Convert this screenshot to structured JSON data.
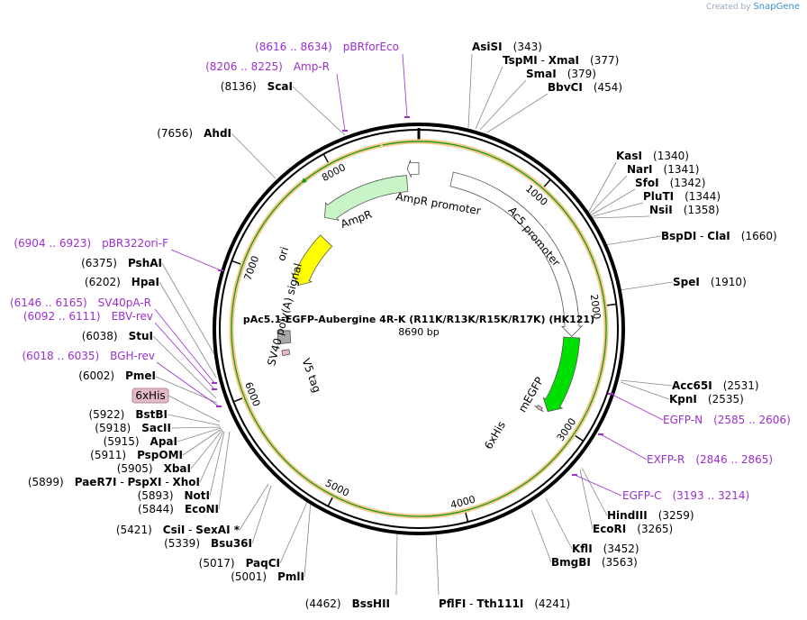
{
  "credit": {
    "prefix": "Created by",
    "brand": "SnapGene"
  },
  "plasmid": {
    "name": "pAc5.1-EGFP-Aubergine 4R-K (R11K/R13K/R15K/R17K) (HK121)",
    "length": "8690 bp",
    "length_bp": 8690
  },
  "ticks": [
    {
      "pos": 1000,
      "label": "1000"
    },
    {
      "pos": 2000,
      "label": "2000"
    },
    {
      "pos": 3000,
      "label": "3000"
    },
    {
      "pos": 4000,
      "label": "4000"
    },
    {
      "pos": 5000,
      "label": "5000"
    },
    {
      "pos": 6000,
      "label": "6000"
    },
    {
      "pos": 7000,
      "label": "7000"
    },
    {
      "pos": 8000,
      "label": "8000"
    }
  ],
  "features": [
    {
      "name": "AmpR promoter",
      "start": 8690,
      "end": 8590,
      "color": "#ffffff",
      "label": "AmpR promoter"
    },
    {
      "name": "Ac5 promoter",
      "start": 300,
      "end": 2240,
      "color": "#ffffff",
      "label": "Ac5 promoter"
    },
    {
      "name": "mEGFP",
      "start": 2250,
      "end": 2960,
      "color": "#00e000",
      "label": "mEGFP"
    },
    {
      "name": "6xHis",
      "start": 2960,
      "end": 2990,
      "color": "#e8b8c8",
      "label": "6xHis"
    },
    {
      "name": "AmpR",
      "start": 8580,
      "end": 7720,
      "color": "#c8f5c8",
      "label": "AmpR"
    },
    {
      "name": "ori",
      "start": 7570,
      "end": 7000,
      "color": "#ffff00",
      "label": "ori"
    },
    {
      "name": "SV40 poly(A) signal",
      "start": 6500,
      "end": 6370,
      "color": "#a8a8a8",
      "label": "SV40 poly(A) signal"
    },
    {
      "name": "V5 tag",
      "start": 6300,
      "end": 6250,
      "color": "#e8b8c8",
      "label": "V5 tag"
    }
  ],
  "orfs": [
    {
      "start": 550,
      "end": 1700,
      "dir": 1
    },
    {
      "start": 2420,
      "end": 2750,
      "dir": 1
    },
    {
      "start": 2960,
      "end": 5800,
      "dir": -1
    },
    {
      "start": 5860,
      "end": 6010,
      "dir": 1
    },
    {
      "start": 6420,
      "end": 7020,
      "dir": 1
    },
    {
      "start": 7750,
      "end": 8420,
      "dir": -1
    }
  ],
  "sites": [
    {
      "name": "AsiSI",
      "pos": "(343)"
    },
    {
      "name": "TspMI",
      "name2": "XmaI",
      "pos": "(377)"
    },
    {
      "name": "SmaI",
      "pos": "(379)"
    },
    {
      "name": "BbvCI",
      "pos": "(454)"
    },
    {
      "name": "KasI",
      "pos": "(1340)"
    },
    {
      "name": "NarI",
      "pos": "(1341)"
    },
    {
      "name": "SfoI",
      "pos": "(1342)"
    },
    {
      "name": "PluTI",
      "pos": "(1344)"
    },
    {
      "name": "NsiI",
      "pos": "(1358)"
    },
    {
      "name": "BspDI",
      "name2": "ClaI",
      "pos": "(1660)"
    },
    {
      "name": "SpeI",
      "pos": "(1910)"
    },
    {
      "name": "Acc65I",
      "pos": "(2531)"
    },
    {
      "name": "KpnI",
      "pos": "(2535)"
    },
    {
      "name": "HindIII",
      "pos": "(3259)"
    },
    {
      "name": "EcoRI",
      "pos": "(3265)"
    },
    {
      "name": "KflI",
      "pos": "(3452)"
    },
    {
      "name": "BmgBI",
      "pos": "(3563)"
    },
    {
      "name": "PflFI",
      "name2": "Tth111I",
      "pos": "(4241)"
    },
    {
      "name": "BssHII",
      "pos": "(4462)"
    },
    {
      "name": "PmlI",
      "pos": "(5001)"
    },
    {
      "name": "PaqCI",
      "pos": "(5017)"
    },
    {
      "name": "Bsu36I",
      "pos": "(5339)"
    },
    {
      "name": "CsiI",
      "name2": "SexAI *",
      "pos": "(5421)"
    },
    {
      "name": "EcoNI",
      "pos": "(5844)"
    },
    {
      "name": "NotI",
      "pos": "(5893)"
    },
    {
      "name": "PaeR7I",
      "name2": "PspXI",
      "name3": "XhoI",
      "pos": "(5899)"
    },
    {
      "name": "XbaI",
      "pos": "(5905)"
    },
    {
      "name": "PspOMI",
      "pos": "(5911)"
    },
    {
      "name": "ApaI",
      "pos": "(5915)"
    },
    {
      "name": "SacII",
      "pos": "(5918)"
    },
    {
      "name": "BstBI",
      "pos": "(5922)"
    },
    {
      "name": "PmeI",
      "pos": "(6002)"
    },
    {
      "name": "StuI",
      "pos": "(6038)"
    },
    {
      "name": "HpaI",
      "pos": "(6202)"
    },
    {
      "name": "PshAI",
      "pos": "(6375)"
    },
    {
      "name": "AhdI",
      "pos": "(7656)"
    },
    {
      "name": "ScaI",
      "pos": "(8136)"
    }
  ],
  "primers": [
    {
      "name": "pBRforEco",
      "range": "(8616 .. 8634)"
    },
    {
      "name": "Amp-R",
      "range": "(8206 .. 8225)"
    },
    {
      "name": "pBR322ori-F",
      "range": "(6904 .. 6923)"
    },
    {
      "name": "SV40pA-R",
      "range": "(6146 .. 6165)"
    },
    {
      "name": "EBV-rev",
      "range": "(6092 .. 6111)"
    },
    {
      "name": "BGH-rev",
      "range": "(6018 .. 6035)"
    },
    {
      "name": "EGFP-N",
      "range": "(2585 .. 2606)"
    },
    {
      "name": "EXFP-R",
      "range": "(2846 .. 2865)"
    },
    {
      "name": "EGFP-C",
      "range": "(3193 .. 3214)"
    }
  ],
  "feature_chip": {
    "label": "6xHis"
  }
}
